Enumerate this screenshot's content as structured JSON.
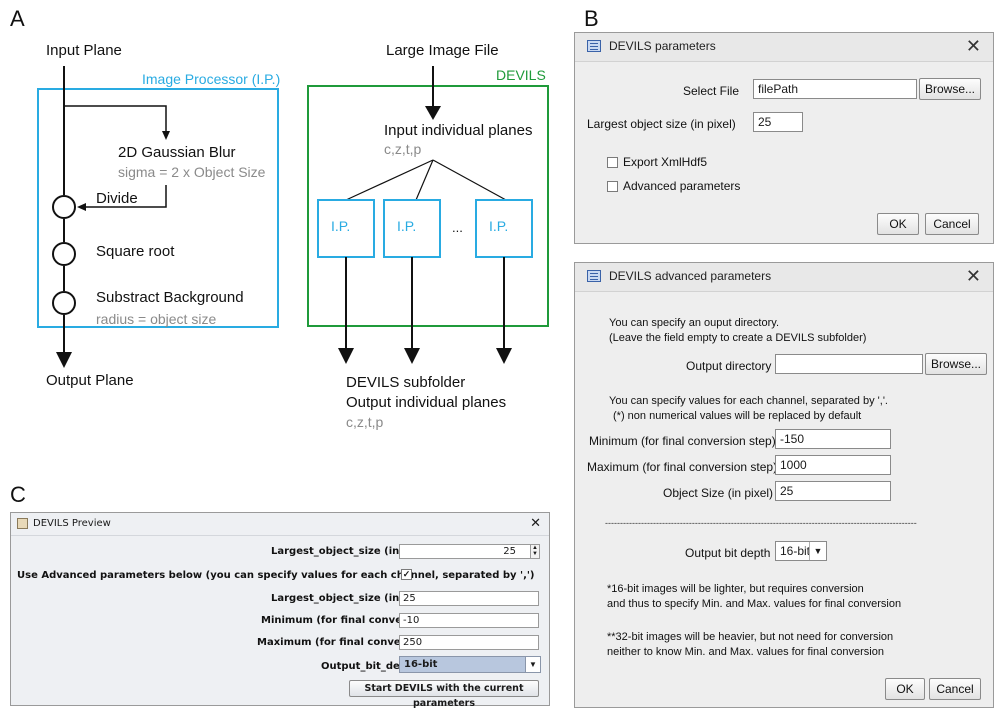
{
  "panels": {
    "a": "A",
    "b": "B",
    "c": "C"
  },
  "diagram": {
    "input_plane": "Input Plane",
    "output_plane": "Output Plane",
    "image_processor": "Image Processor (I.P.)",
    "gaussian": "2D Gaussian Blur",
    "sigma": "sigma = 2 x Object Size",
    "divide": "Divide",
    "square_root": "Square root",
    "subtract": "Substract Background",
    "radius": "radius = object size",
    "large_image": "Large Image File",
    "devils": "DEVILS",
    "input_individual": "Input individual planes",
    "czt_in": "c,z,t,p",
    "ip_boxes": [
      "I.P.",
      "I.P.",
      "I.P."
    ],
    "ellipsis": "...",
    "devils_subfolder": "DEVILS subfolder",
    "output_individual": "Output individual planes",
    "czt_out": "c,z,t,p",
    "colors": {
      "cyan": "#29abe2",
      "green": "#1f9a3a"
    }
  },
  "params_dialog": {
    "title": "DEVILS parameters",
    "close": "✕",
    "select_file_label": "Select File",
    "file_value": "filePath",
    "browse": "Browse...",
    "largest_label": "Largest object size (in pixel)",
    "largest_value": "25",
    "export_label": "Export XmlHdf5",
    "advanced_label": "Advanced parameters",
    "ok": "OK",
    "cancel": "Cancel"
  },
  "adv_dialog": {
    "title": "DEVILS advanced parameters",
    "close": "✕",
    "info1": "You can specify an ouput directory.",
    "info2": "(Leave the field empty to create a DEVILS subfolder)",
    "outdir_label": "Output directory",
    "outdir_value": "",
    "browse": "Browse...",
    "info3": "You can specify values for each channel, separated by ','.",
    "info4": "(*) non numerical values will be replaced by default",
    "min_label": "Minimum (for final conversion step)",
    "min_value": "-150",
    "max_label": "Maximum (for final conversion step)",
    "max_value": "1000",
    "objsize_label": "Object Size (in pixel)",
    "objsize_value": "25",
    "separator": "--------------------------------------------------------------------------------------------------------",
    "bitdepth_label": "Output bit depth",
    "bitdepth_value": "16-bit",
    "note1a": "*16-bit images will be lighter, but requires conversion",
    "note1b": "and thus to specify Min. and Max. values for final conversion",
    "note2a": "**32-bit images will be heavier, but not need for conversion",
    "note2b": "neither to know Min. and Max. values for final conversion",
    "ok": "OK",
    "cancel": "Cancel"
  },
  "preview_dialog": {
    "title": "DEVILS Preview",
    "close": "✕",
    "largest_spinner_label": "Largest_object_size (in pixel)",
    "largest_spinner_value": "25",
    "use_adv_label": "Use Advanced parameters below (you can specify values for each channel, separated by ',')",
    "use_adv_checked": "✓",
    "largest_label": "Largest_object_size (in pixel)",
    "largest_value": "25",
    "min_label": "Minimum (for final conversion step)",
    "min_value": "-10",
    "max_label": "Maximum (for final conversion step)",
    "max_value": "250",
    "bitdepth_label": "Output_bit_depth",
    "bitdepth_value": "16-bit",
    "start_button": "Start DEVILS with the current parameters"
  }
}
